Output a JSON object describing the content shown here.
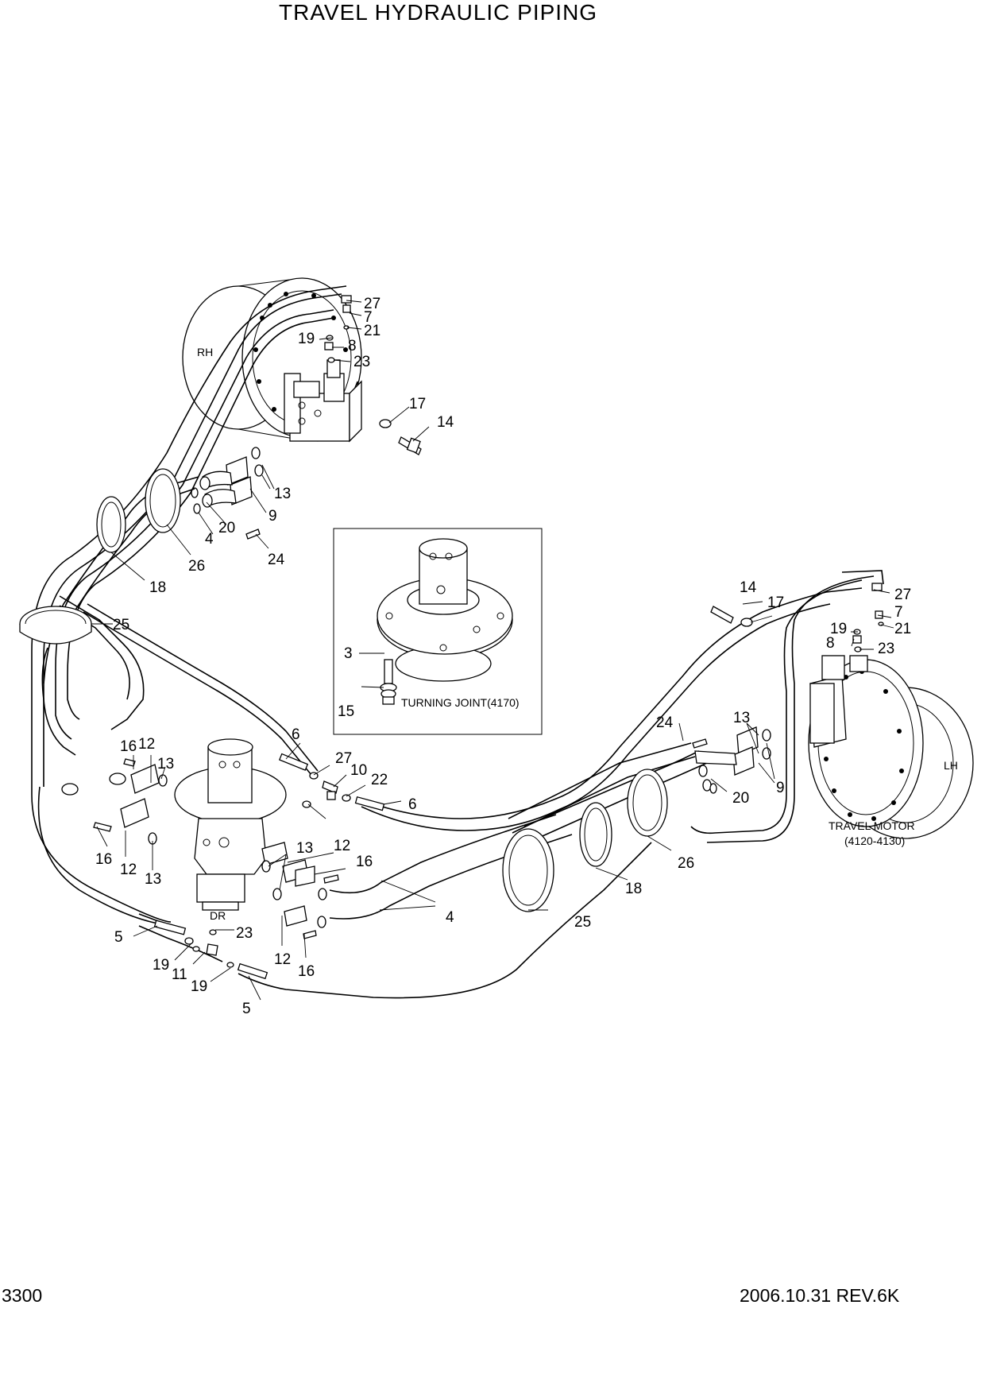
{
  "title": "TRAVEL HYDRAULIC PIPING",
  "footer": {
    "page_number": "3300",
    "revision": "2006.10.31 REV.6K"
  },
  "diagram": {
    "labels": {
      "rh": "RH",
      "lh": "LH",
      "turning_joint": "TURNING JOINT(4170)",
      "travel_motor": "TRAVEL MOTOR",
      "travel_motor_code": "(4120-4130)"
    },
    "callouts": [
      "27",
      "7",
      "21",
      "19",
      "8",
      "23",
      "17",
      "14",
      "13",
      "9",
      "20",
      "4",
      "24",
      "26",
      "18",
      "25",
      "3",
      "15",
      "6",
      "16",
      "12",
      "13",
      "27",
      "10",
      "22",
      "6",
      "16",
      "12",
      "13",
      "13",
      "12",
      "16",
      "4",
      "12",
      "16",
      "5",
      "19",
      "11",
      "19",
      "5",
      "23",
      "14",
      "17",
      "27",
      "7",
      "19",
      "21",
      "8",
      "23",
      "24",
      "13",
      "9",
      "20",
      "26",
      "18",
      "25"
    ]
  }
}
